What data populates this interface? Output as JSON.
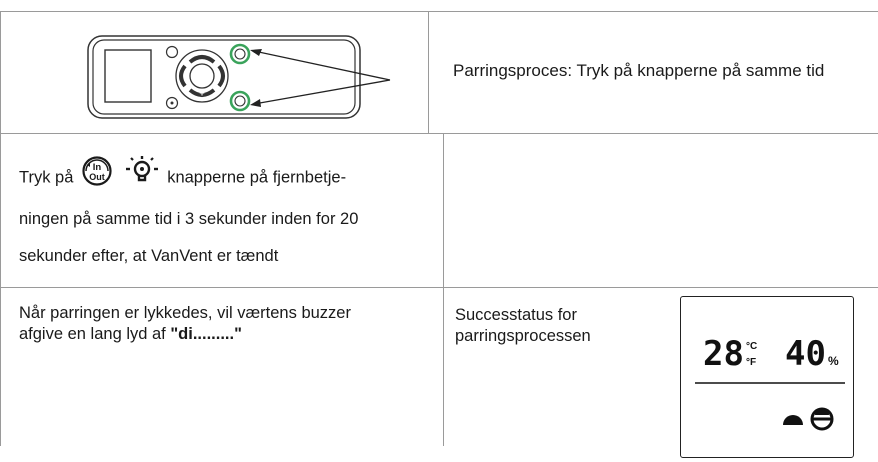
{
  "row1": {
    "pairing_caption": "Parringsproces: Tryk på knapperne på samme tid"
  },
  "row2": {
    "text_before": "Tryk på",
    "text_after": "knapperne på fjernbetje-",
    "line2": "ningen på samme tid i 3 sekunder inden for 20",
    "line3": "sekunder efter, at VanVent er tændt",
    "icons": [
      "in-out-mode-icon",
      "light-bulb-icon"
    ]
  },
  "row3": {
    "left_line1": "Når parringen er lykkedes, vil værtens buzzer",
    "left_line2_prefix": "afgive en lang lyd af ",
    "left_line2_bold": "\"di.........\"",
    "right_line1": "Successtatus for",
    "right_line2": "parringsprocessen"
  },
  "display": {
    "temperature": "28",
    "temp_unit_c": "°C",
    "temp_unit_f": "°F",
    "humidity": "40",
    "humidity_unit": "%",
    "icons": [
      "half-circle-icon",
      "fan-circle-icon"
    ]
  },
  "colors": {
    "border": "#9a9a9a",
    "highlight_ring": "#3aa35b",
    "remote_outline": "#333333"
  }
}
